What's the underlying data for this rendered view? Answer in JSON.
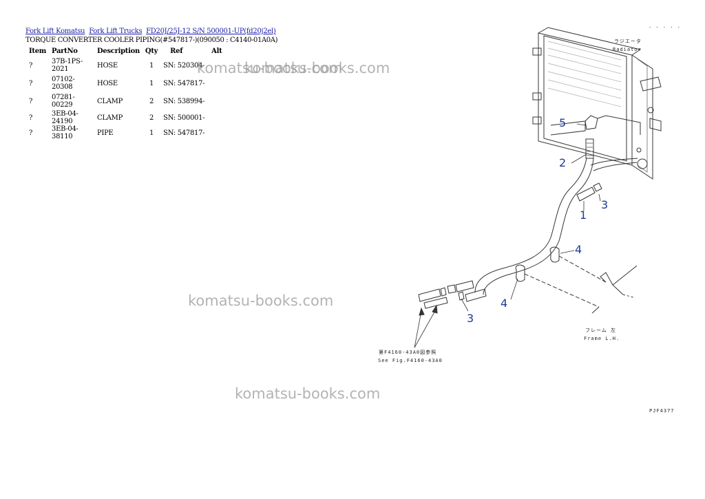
{
  "breadcrumbs": [
    "Fork Lift Komatsu",
    "Fork Lift Trucks",
    "FD20J/25J-12 S/N 500001-UP(fd20j2el)"
  ],
  "subtitle": "TORQUE CONVERTER COOLER PIPING(#547817-)(090050 : C4140-01A0A)",
  "table": {
    "headers": [
      "Item",
      "PartNo",
      "Description",
      "Qty",
      "Ref",
      "Alt"
    ],
    "rows": [
      {
        "item": "?",
        "part": "37B-1PS-2021",
        "desc": "HOSE",
        "qty": "1",
        "ref": "SN: 520304-"
      },
      {
        "item": "?",
        "part": "07102-20308",
        "desc": "HOSE",
        "qty": "1",
        "ref": "SN: 547817-"
      },
      {
        "item": "?",
        "part": "07281-00229",
        "desc": "CLAMP",
        "qty": "2",
        "ref": "SN: 538994-"
      },
      {
        "item": "?",
        "part": "3EB-04-24190",
        "desc": "CLAMP",
        "qty": "2",
        "ref": "SN: 500001-"
      },
      {
        "item": "?",
        "part": "3EB-04-38110",
        "desc": "PIPE",
        "qty": "1",
        "ref": "SN: 547817-"
      }
    ]
  },
  "watermarks": [
    "komatsu-books.com",
    "komatsu-books.com",
    "komatsu-books.com",
    "komatsu-books.com"
  ],
  "diagram": {
    "radiator_jp": "ラジエータ",
    "radiator_en": "Radiator",
    "frame_jp": "フレーム 左",
    "frame_en": "Frame L.H.",
    "see_fig_jp": "第F4160-43A0図参照",
    "see_fig_en": "See Fig.F4160-43A0",
    "fig_code": "PJF4377",
    "corner_mark": ". . . . .",
    "callouts": [
      "5",
      "2",
      "3",
      "1",
      "4",
      "4",
      "3"
    ],
    "callout_color": "#1c3a9a"
  }
}
